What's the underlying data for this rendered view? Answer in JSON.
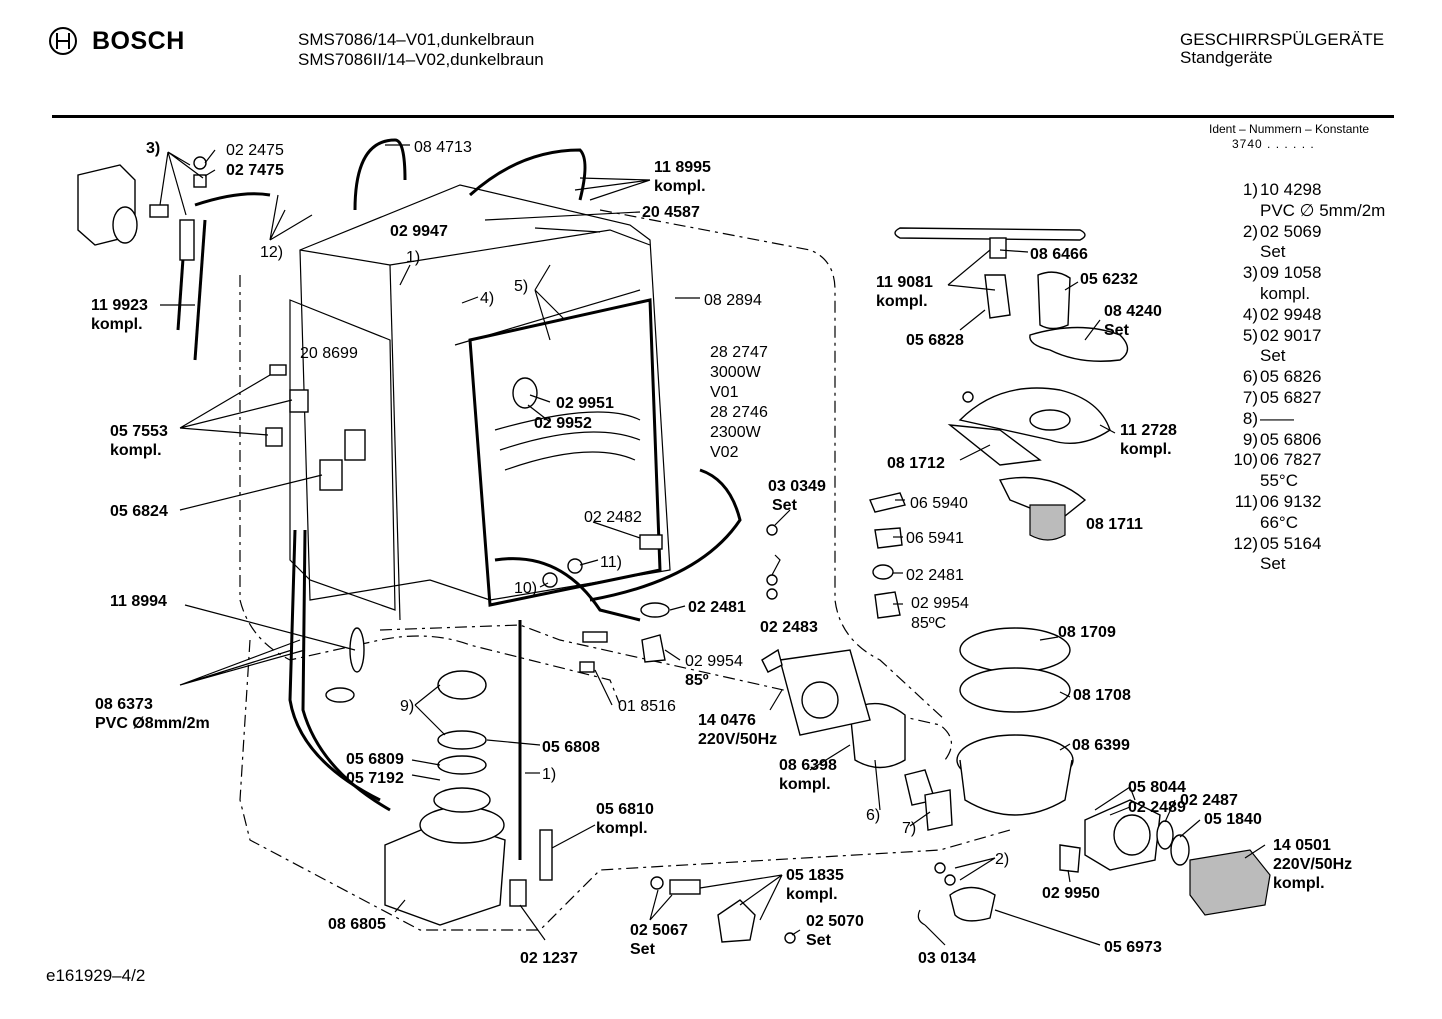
{
  "header": {
    "brand": "BOSCH",
    "models": [
      "SMS7086/14–V01,dunkelbraun",
      "SMS7086II/14–V02,dunkelbraun"
    ],
    "category": "GESCHIRRSPÜLGERÄTE",
    "subcategory": "Standgeräte"
  },
  "ident": {
    "label": "Ident – Nummern – Konstante",
    "value": "3740 . . . . . ."
  },
  "legend": [
    {
      "num": "1)",
      "lines": [
        "10 4298",
        "PVC ∅ 5mm/2m"
      ]
    },
    {
      "num": "2)",
      "lines": [
        "02 5069",
        "Set"
      ]
    },
    {
      "num": "3)",
      "lines": [
        "09 1058",
        "kompl."
      ]
    },
    {
      "num": "4)",
      "lines": [
        "02 9948"
      ]
    },
    {
      "num": "5)",
      "lines": [
        "02 9017",
        "Set"
      ]
    },
    {
      "num": "6)",
      "lines": [
        "05 6826"
      ]
    },
    {
      "num": "7)",
      "lines": [
        "05 6827"
      ]
    },
    {
      "num": "8)",
      "lines": [
        "——"
      ]
    },
    {
      "num": "9)",
      "lines": [
        "05 6806"
      ]
    },
    {
      "num": "10)",
      "lines": [
        "06 7827",
        "55°C"
      ]
    },
    {
      "num": "11)",
      "lines": [
        "06 9132",
        "66°C"
      ]
    },
    {
      "num": "12)",
      "lines": [
        "05 5164",
        "Set"
      ]
    }
  ],
  "footer": "e161929–4/2",
  "callouts": {
    "c3": "3)",
    "c022475": "02 2475",
    "c027475": "02 7475",
    "c12": "12)",
    "c084713": "08 4713",
    "c118995": "11 8995",
    "c118995k": "kompl.",
    "c029947": "02 9947",
    "c204587": "20 4587",
    "c1a": "1)",
    "c5": "5)",
    "c4": "4)",
    "c082894": "08 2894",
    "c119923": "11 9923",
    "c119923k": "kompl.",
    "c208699": "20 8699",
    "c282747": "28 2747",
    "c3000w": "3000W",
    "cv01": "V01",
    "c282746": "28 2746",
    "c2300w": "2300W",
    "cv02": "V02",
    "c029951": "02 9951",
    "c029952": "02 9952",
    "c057553": "05 7553",
    "c057553k": "kompl.",
    "c056824": "05 6824",
    "c022482": "02 2482",
    "c11": "11)",
    "c10": "10)",
    "c030349": "03 0349",
    "c030349s": "Set",
    "c118994": "11 8994",
    "c022481a": "02 2481",
    "c022483": "02 2483",
    "c029954a": "02 9954",
    "c85a": "85º",
    "c018516": "01 8516",
    "c086373": "08 6373",
    "c086373p": "PVC Ø8mm/2m",
    "c9": "9)",
    "c056808": "05 6808",
    "c056809": "05 6809",
    "c057192": "05 7192",
    "c1b": "1)",
    "c056810": "05 6810",
    "c056810k": "kompl.",
    "c140476": "14 0476",
    "c140476v": "220V/50Hz",
    "c086398": "08 6398",
    "c086398k": "kompl.",
    "c6": "6)",
    "c7": "7)",
    "c086805": "08 6805",
    "c021237": "02 1237",
    "c025067": "02 5067",
    "c025067s": "Set",
    "c051835": "05 1835",
    "c051835k": "kompl.",
    "c025070": "02 5070",
    "c025070s": "Set",
    "c086466": "08 6466",
    "c119081": "11 9081",
    "c119081k": "kompl.",
    "c056232": "05 6232",
    "c084240": "08 4240",
    "c084240s": "Set",
    "c056828": "05 6828",
    "c112728": "11 2728",
    "c112728k": "kompl.",
    "c081712": "08 1712",
    "c065940": "06 5940",
    "c065941": "06 5941",
    "c081711": "08 1711",
    "c022481b": "02 2481",
    "c029954b": "02 9954",
    "c85b": "85ºC",
    "c081709": "08 1709",
    "c081708": "08 1708",
    "c086399": "08 6399",
    "c058044": "05 8044",
    "c022489": "02 2489",
    "c022487": "02 2487",
    "c051840": "05 1840",
    "c140501": "14 0501",
    "c140501v": "220V/50Hz",
    "c140501k": "kompl.",
    "c2": "2)",
    "c029950": "02 9950",
    "c030134": "03 0134",
    "c056973": "05 6973"
  }
}
